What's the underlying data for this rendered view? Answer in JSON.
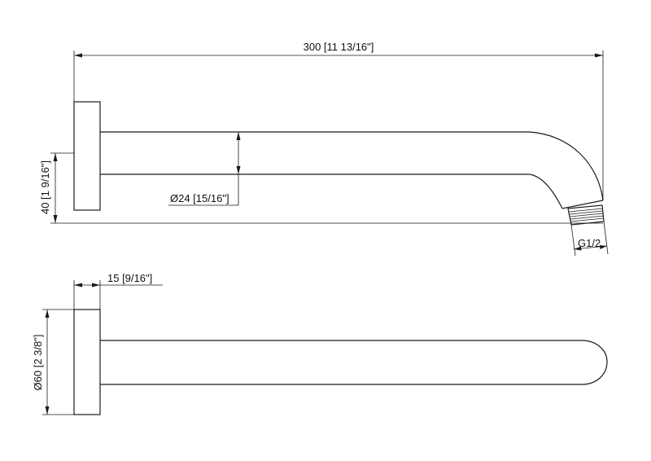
{
  "dimensions": {
    "overall_length": "300 [11 13/16\"]",
    "pipe_diameter": "Ø24 [15/16\"]",
    "height_offset": "40 [1 9/16\"]",
    "thread": "G1/2",
    "flange_thickness": "15 [9/16\"]",
    "flange_diameter": "Ø60 [2 3/8\"]"
  }
}
